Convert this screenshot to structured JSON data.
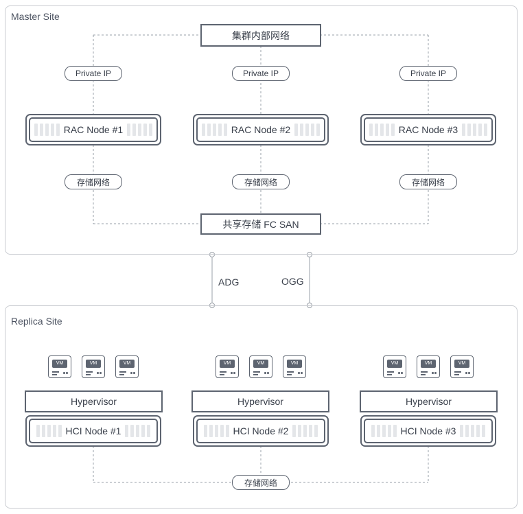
{
  "master_site": {
    "title": "Master Site",
    "cluster_network": "集群内部网络",
    "shared_storage": "共享存储 FC SAN",
    "nodes": [
      {
        "label": "RAC Node #1",
        "private_ip": "Private IP",
        "storage_net": "存储网络"
      },
      {
        "label": "RAC Node #2",
        "private_ip": "Private IP",
        "storage_net": "存储网络"
      },
      {
        "label": "RAC Node #3",
        "private_ip": "Private IP",
        "storage_net": "存储网络"
      }
    ]
  },
  "links": {
    "adg": "ADG",
    "ogg": "OGG"
  },
  "replica_site": {
    "title": "Replica Site",
    "storage_net": "存储网络",
    "groups": [
      {
        "hypervisor": "Hypervisor",
        "node": "HCI Node #1",
        "vms": [
          "VM",
          "VM",
          "VM"
        ]
      },
      {
        "hypervisor": "Hypervisor",
        "node": "HCI Node #2",
        "vms": [
          "VM",
          "VM",
          "VM"
        ]
      },
      {
        "hypervisor": "Hypervisor",
        "node": "HCI Node #3",
        "vms": [
          "VM",
          "VM",
          "VM"
        ]
      }
    ]
  }
}
